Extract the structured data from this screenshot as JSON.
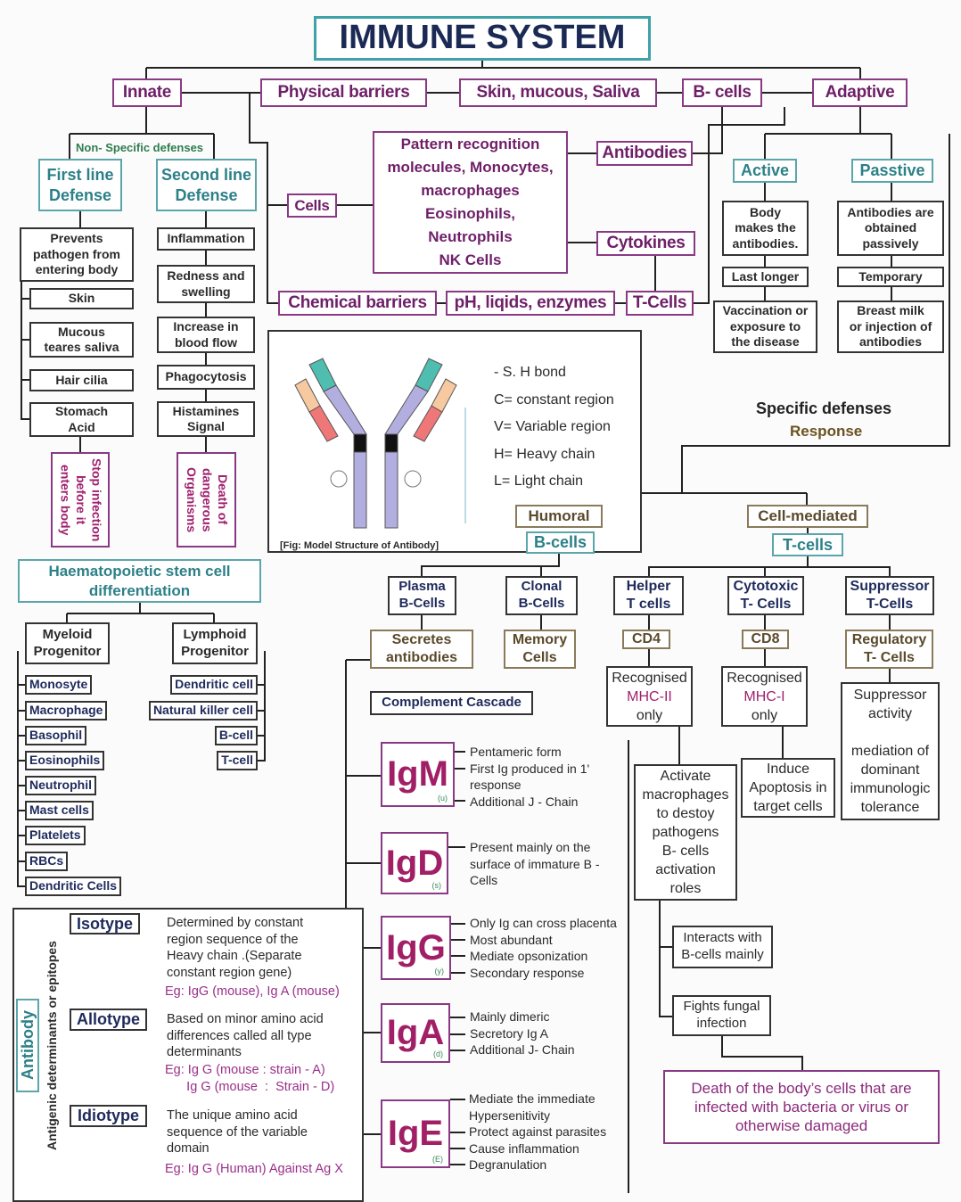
{
  "title": "IMMUNE SYSTEM",
  "innate": "Innate",
  "physical": "Physical barriers",
  "skin_mucous": "Skin, mucous, Saliva",
  "bcells_top": "B- cells",
  "adaptive": "Adaptive",
  "nonspecific": "Non- Specific defenses",
  "first_line": "First line\nDefense",
  "second_line": "Second line\nDefense",
  "cells": "Cells",
  "pattern": "Pattern  recognition\nmolecules, Monocytes,\nmacrophages\nEosinophils,\nNeutrophils\nNK Cells",
  "antibodies": "Antibodies",
  "cytokines": "Cytokines",
  "chemical": "Chemical barriers",
  "ph": "pH, liqids, enzymes",
  "tcells_top": "T-Cells",
  "active": {
    "label": "Active",
    "items": [
      "Body\nmakes  the\nantibodies.",
      "Last longer",
      "Vaccination or\nexposure to\nthe disease"
    ]
  },
  "passive": {
    "label": "Passtive",
    "items": [
      "Antibodies are\nobtained\npassively",
      "Temporary",
      "Breast milk\nor injection of\nantibodies"
    ]
  },
  "first_items": [
    "Prevents\npathogen from\nentering body",
    "Skin",
    "Mucous\nteares saliva",
    "Hair cilia",
    "Stomach\nAcid"
  ],
  "first_result": "Stop infection\nbefore it\nenters body",
  "second_items": [
    "Inflammation",
    "Redness and\nswelling",
    "Increase in\nblood flow",
    "Phagocytosis",
    "Histamines\nSignal"
  ],
  "second_result": "Death of\ndangerous\nOrganisms",
  "figure": {
    "caption": "[Fig:  Model Structure of Antibody]",
    "legend": [
      "- S. H bond",
      "C= constant region",
      "V= Variable region",
      "H= Heavy chain",
      "L= Light chain"
    ]
  },
  "specific": {
    "title": "Specific defenses",
    "subtitle": "Response"
  },
  "humoral": "Humoral",
  "cell_mediated": "Cell-mediated",
  "bcells": "B-cells",
  "tcells": "T-cells",
  "haem": {
    "title": "Haematopoietic  stem cell\ndifferentiation",
    "myeloid": "Myeloid\nProgenitor",
    "lymphoid": "Lymphoid\nProgenitor",
    "myeloid_items": [
      "Monosyte",
      "Macrophage",
      "Basophil",
      "Eosinophils",
      "Neutrophil",
      "Mast cells",
      "Platelets",
      "RBCs",
      "Dendritic Cells"
    ],
    "lymphoid_items": [
      "Dendritic cell",
      "Natural killer cell",
      "B-cell",
      "T-cell"
    ]
  },
  "plasma": "Plasma\nB-Cells",
  "clonal": "Clonal\nB-Cells",
  "secretes": "Secretes\nantibodies",
  "memory": "Memory\nCells",
  "complement": "Complement Cascade",
  "ig": [
    {
      "name": "IgM",
      "chain": "(u)",
      "points": [
        "Pentameric form",
        "First Ig produced in 1' response",
        "Additional J - Chain"
      ]
    },
    {
      "name": "IgD",
      "chain": "(s)",
      "points": [
        "Present mainly on the surface of immature B - Cells"
      ]
    },
    {
      "name": "IgG",
      "chain": "(y)",
      "points": [
        "Only Ig can cross placenta",
        "Most abundant",
        "Mediate opsonization",
        "Secondary response"
      ]
    },
    {
      "name": "IgA",
      "chain": "(d)",
      "points": [
        "Mainly dimeric",
        "Secretory Ig A",
        "Additional J- Chain"
      ]
    },
    {
      "name": "IgE",
      "chain": "(E)",
      "points": [
        "Mediate the immediate Hypersenitivity",
        "Protect against parasites",
        "Cause inflammation",
        "Degranulation"
      ]
    }
  ],
  "helper": "Helper\nT cells",
  "cytotoxic": "Cytotoxic\nT- Cells",
  "suppressor": "Suppressor\nT-Cells",
  "cd4": "CD4",
  "cd8": "CD8",
  "regulatory": "Regulatory\nT- Cells",
  "recog": "Recognised",
  "mhc2": "MHC-II",
  "mhc1": "MHC-I",
  "only": "only",
  "supp_activity": "Suppressor\nactivity\n\nmediation of\ndominant\nimmunologic\ntolerance",
  "activate": "Activate\nmacrophages\nto destoy\npathogens\nB- cells\nactivation\nroles",
  "induce": "Induce\nApoptosis in\ntarget cells",
  "interacts": "Interacts with\nB-cells mainly",
  "fights": "Fights fungal\ninfection",
  "death": "Death of the body’s cells that are\ninfected with bacteria or  virus or\notherwise damaged",
  "antibody_section": {
    "label": "Antibody",
    "side": "Antigenic determinants or epitopes",
    "types": [
      {
        "name": "Isotype",
        "desc": "Determined by constant\nregion sequence of the\nHeavy chain .(Separate\nconstant region gene)",
        "eg": "Eg: IgG (mouse), Ig A (mouse)"
      },
      {
        "name": "Allotype",
        "desc": "Based on minor amino acid\ndifferences called all type\ndeterminants",
        "eg": "Eg: Ig G (mouse : strain - A)\n      Ig G (mouse  :  Strain - D)"
      },
      {
        "name": "Idiotype",
        "desc": "The unique amino acid\nsequence of the variable\ndomain",
        "eg": "Eg: Ig G (Human) Against Ag X"
      }
    ]
  },
  "colors": {
    "purple": "#8a3a84",
    "teal": "#2c8088",
    "navy": "#1e2a5c",
    "brown": "#5a4a2c",
    "magenta": "#a11f66"
  }
}
